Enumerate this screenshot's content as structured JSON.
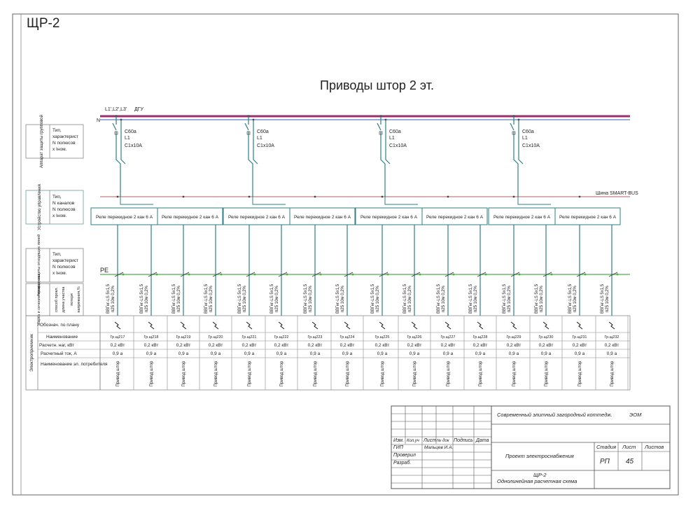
{
  "sheet_code": "ЩР-2",
  "title": "Приводы штор 2 эт.",
  "bus": {
    "phases": "L1',L2',L3'",
    "source": "ДГУ",
    "neutral": "N",
    "pe": "PE",
    "smart_bus": "Шина SMART-BUS"
  },
  "row_labels": {
    "protection_group": {
      "header": "Аппарат защиты групповой",
      "desc": [
        "Тип,",
        "характерист",
        "N полюсов",
        "х Iном."
      ]
    },
    "control_device": {
      "header": "Устройство управления",
      "desc": [
        "Тип,",
        "N каналов",
        "N полюсов",
        "х Iном."
      ]
    },
    "protection_outgoing": {
      "header": "Аппарат защиты отходящих линий",
      "desc": [
        "Тип,",
        "характерист",
        "N полюсов",
        "х Iном."
      ]
    },
    "cable": {
      "header": "Марка и сечение проводника",
      "desc": [
        "способ прокл.",
        "длина участка",
        "потеря",
        "напряжения,%"
      ]
    },
    "consumer_header": "Электроприемник",
    "consumer_rows": [
      "Обознач. по плану",
      "Наименование",
      "Расчетн. наг, кВт",
      "Расчетный ток, А",
      "Наименование эл. потребителя"
    ]
  },
  "breaker": {
    "type": "С60а",
    "poles": "L1",
    "rating": "C1x10A"
  },
  "relay_label": "Реле перекидное 2 кан 6 А",
  "cable": {
    "mark": "ВВГнг-LS 5х1,5",
    "method": "п25 10м 0,2%"
  },
  "groups": [
    {
      "name": "Гр.щ217"
    },
    {
      "name": "Гр.щ218"
    },
    {
      "name": "Гр.щ219"
    },
    {
      "name": "Гр.щ220"
    },
    {
      "name": "Гр.щ221"
    },
    {
      "name": "Гр.щ222"
    },
    {
      "name": "Гр.щ223"
    },
    {
      "name": "Гр.щ224"
    },
    {
      "name": "Гр.щ225"
    },
    {
      "name": "Гр.щ226"
    },
    {
      "name": "Гр.щ227"
    },
    {
      "name": "Гр.щ228"
    },
    {
      "name": "Гр.щ229"
    },
    {
      "name": "Гр.щ230"
    },
    {
      "name": "Гр.щ231"
    },
    {
      "name": "Гр.щ232"
    }
  ],
  "group_values": {
    "power": "0,2 кВт",
    "current": "0,9 а",
    "consumer": "Привод штор"
  },
  "title_block": {
    "project": "Современный элитный загородный коттедж.",
    "section": "ЭОМ",
    "headers": {
      "izm": "Изм.",
      "kol": "Кол.уч",
      "list": "Лист",
      "doc": "№ док",
      "sign": "Подпись",
      "date": "Дата"
    },
    "gip": "ГИП",
    "gip_name": "Мальцев И.А.",
    "checked": "Проверил",
    "developed": "Разраб.",
    "work": "Проект электроснабжения",
    "stage_h": "Стадия",
    "sheet_h": "Лист",
    "sheets_h": "Листов",
    "stage": "РП",
    "sheet": "45",
    "drawing_code": "ЩР-2",
    "drawing_name": "Однолинейная расчетная схема"
  }
}
